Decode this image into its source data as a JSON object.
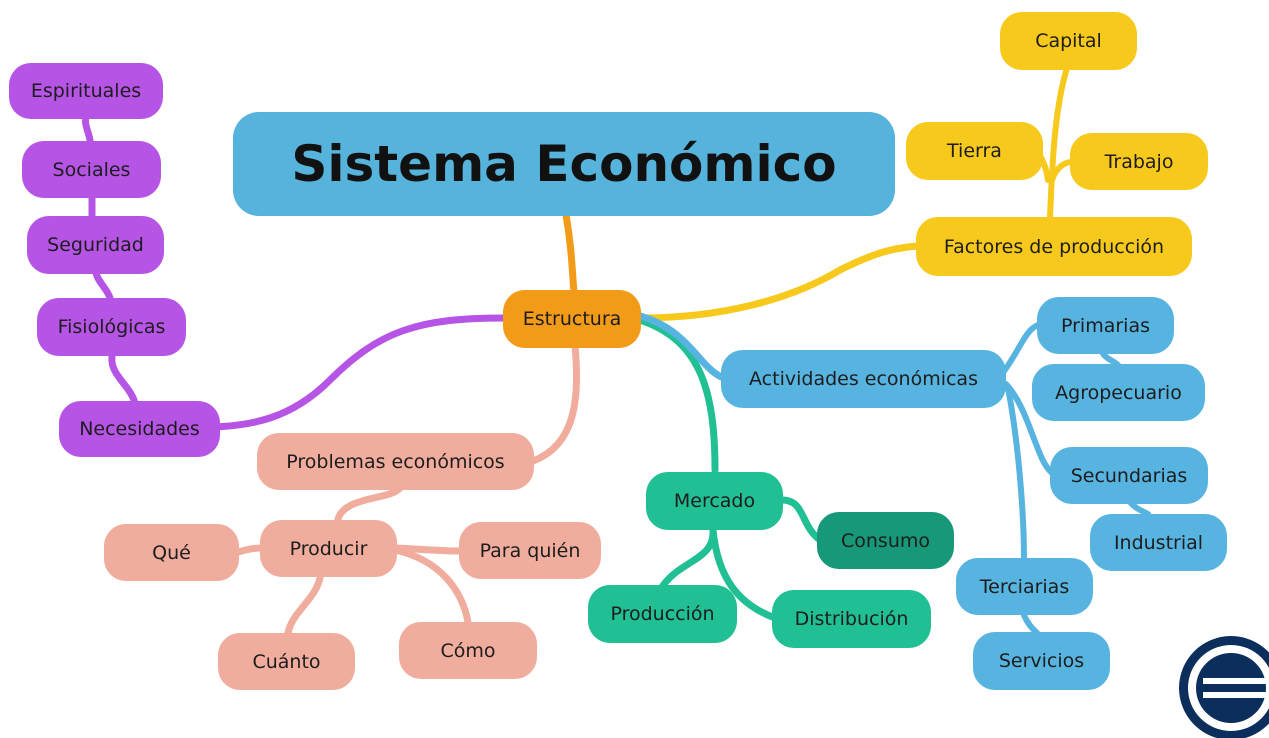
{
  "title": "Sistema Económico",
  "center": "Estructura",
  "necesidades": {
    "label": "Necesidades",
    "items": [
      "Fisiológicas",
      "Seguridad",
      "Sociales",
      "Espirituales"
    ]
  },
  "factores": {
    "label": "Factores de producción",
    "items": [
      "Tierra",
      "Capital",
      "Trabajo"
    ]
  },
  "problemas": {
    "label": "Problemas económicos",
    "producir": "Producir",
    "items": [
      "Qué",
      "Para quién",
      "Cuánto",
      "Cómo"
    ]
  },
  "mercado": {
    "label": "Mercado",
    "items": [
      "Consumo",
      "Producción",
      "Distribución"
    ]
  },
  "actividades": {
    "label": "Actividades económicas",
    "primarias": "Primarias",
    "agropecuario": "Agropecuario",
    "secundarias": "Secundarias",
    "industrial": "Industrial",
    "terciarias": "Terciarias",
    "servicios": "Servicios"
  },
  "colors": {
    "title": "#56b3dc",
    "necesidades": "#b654e6",
    "factores": "#f8c91d",
    "estructura": "#f19b19",
    "problemas": "#f0ad9e",
    "mercado": "#21bf94",
    "consumo": "#179878",
    "actividades": "#57b4e0",
    "logo": "#0b2e5c"
  },
  "logo_icon": "circle-e-logo-icon"
}
